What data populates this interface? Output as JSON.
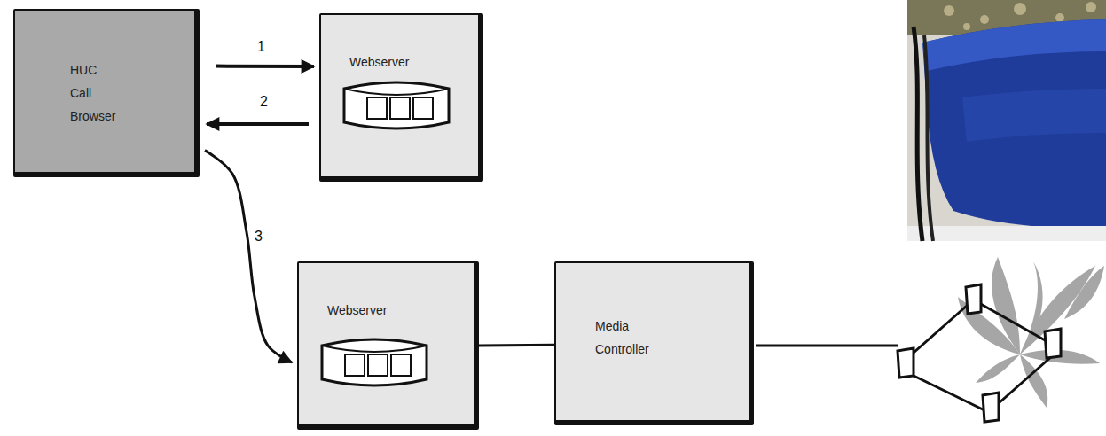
{
  "diagram": {
    "nodes": [
      {
        "text": [
          "HUC Call Browser"
        ]
      },
      {
        "text": [
          "Webserver"
        ]
      },
      {
        "text": [
          "Webserver"
        ]
      },
      {
        "text": [
          "Media Controller"
        ]
      }
    ],
    "edges": [
      {
        "from": 0,
        "to": 1,
        "arrow": "to",
        "label": "1"
      },
      {
        "from": 1,
        "to": 0,
        "arrow": "to",
        "label": "2"
      },
      {
        "from": 0,
        "to": 2,
        "arrow": "to",
        "label": "3"
      },
      {
        "from": 2,
        "to": 3,
        "arrow": "none"
      }
    ]
  }
}
